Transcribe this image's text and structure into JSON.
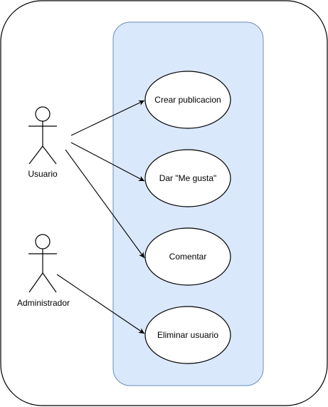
{
  "diagram": {
    "colors": {
      "outer_border": "#000000",
      "system_fill": "#dae8fc",
      "system_border": "#6c8ebf",
      "usecase_fill": "#ffffff",
      "usecase_border": "#000000",
      "line": "#000000",
      "actor_stroke": "#000000",
      "actor_fill": "#ffffff"
    },
    "actors": [
      {
        "id": "usuario",
        "label": "Usuario"
      },
      {
        "id": "administrador",
        "label": "Administrador"
      }
    ],
    "use_cases": [
      {
        "id": "crear",
        "label": "Crear publicacion"
      },
      {
        "id": "megusta",
        "label": "Dar \"Me gusta\""
      },
      {
        "id": "comentar",
        "label": "Comentar"
      },
      {
        "id": "eliminar",
        "label": "Eliminar usuario"
      }
    ],
    "associations": [
      {
        "from": "usuario",
        "to": "crear"
      },
      {
        "from": "usuario",
        "to": "megusta"
      },
      {
        "from": "usuario",
        "to": "comentar"
      },
      {
        "from": "administrador",
        "to": "eliminar"
      }
    ]
  }
}
